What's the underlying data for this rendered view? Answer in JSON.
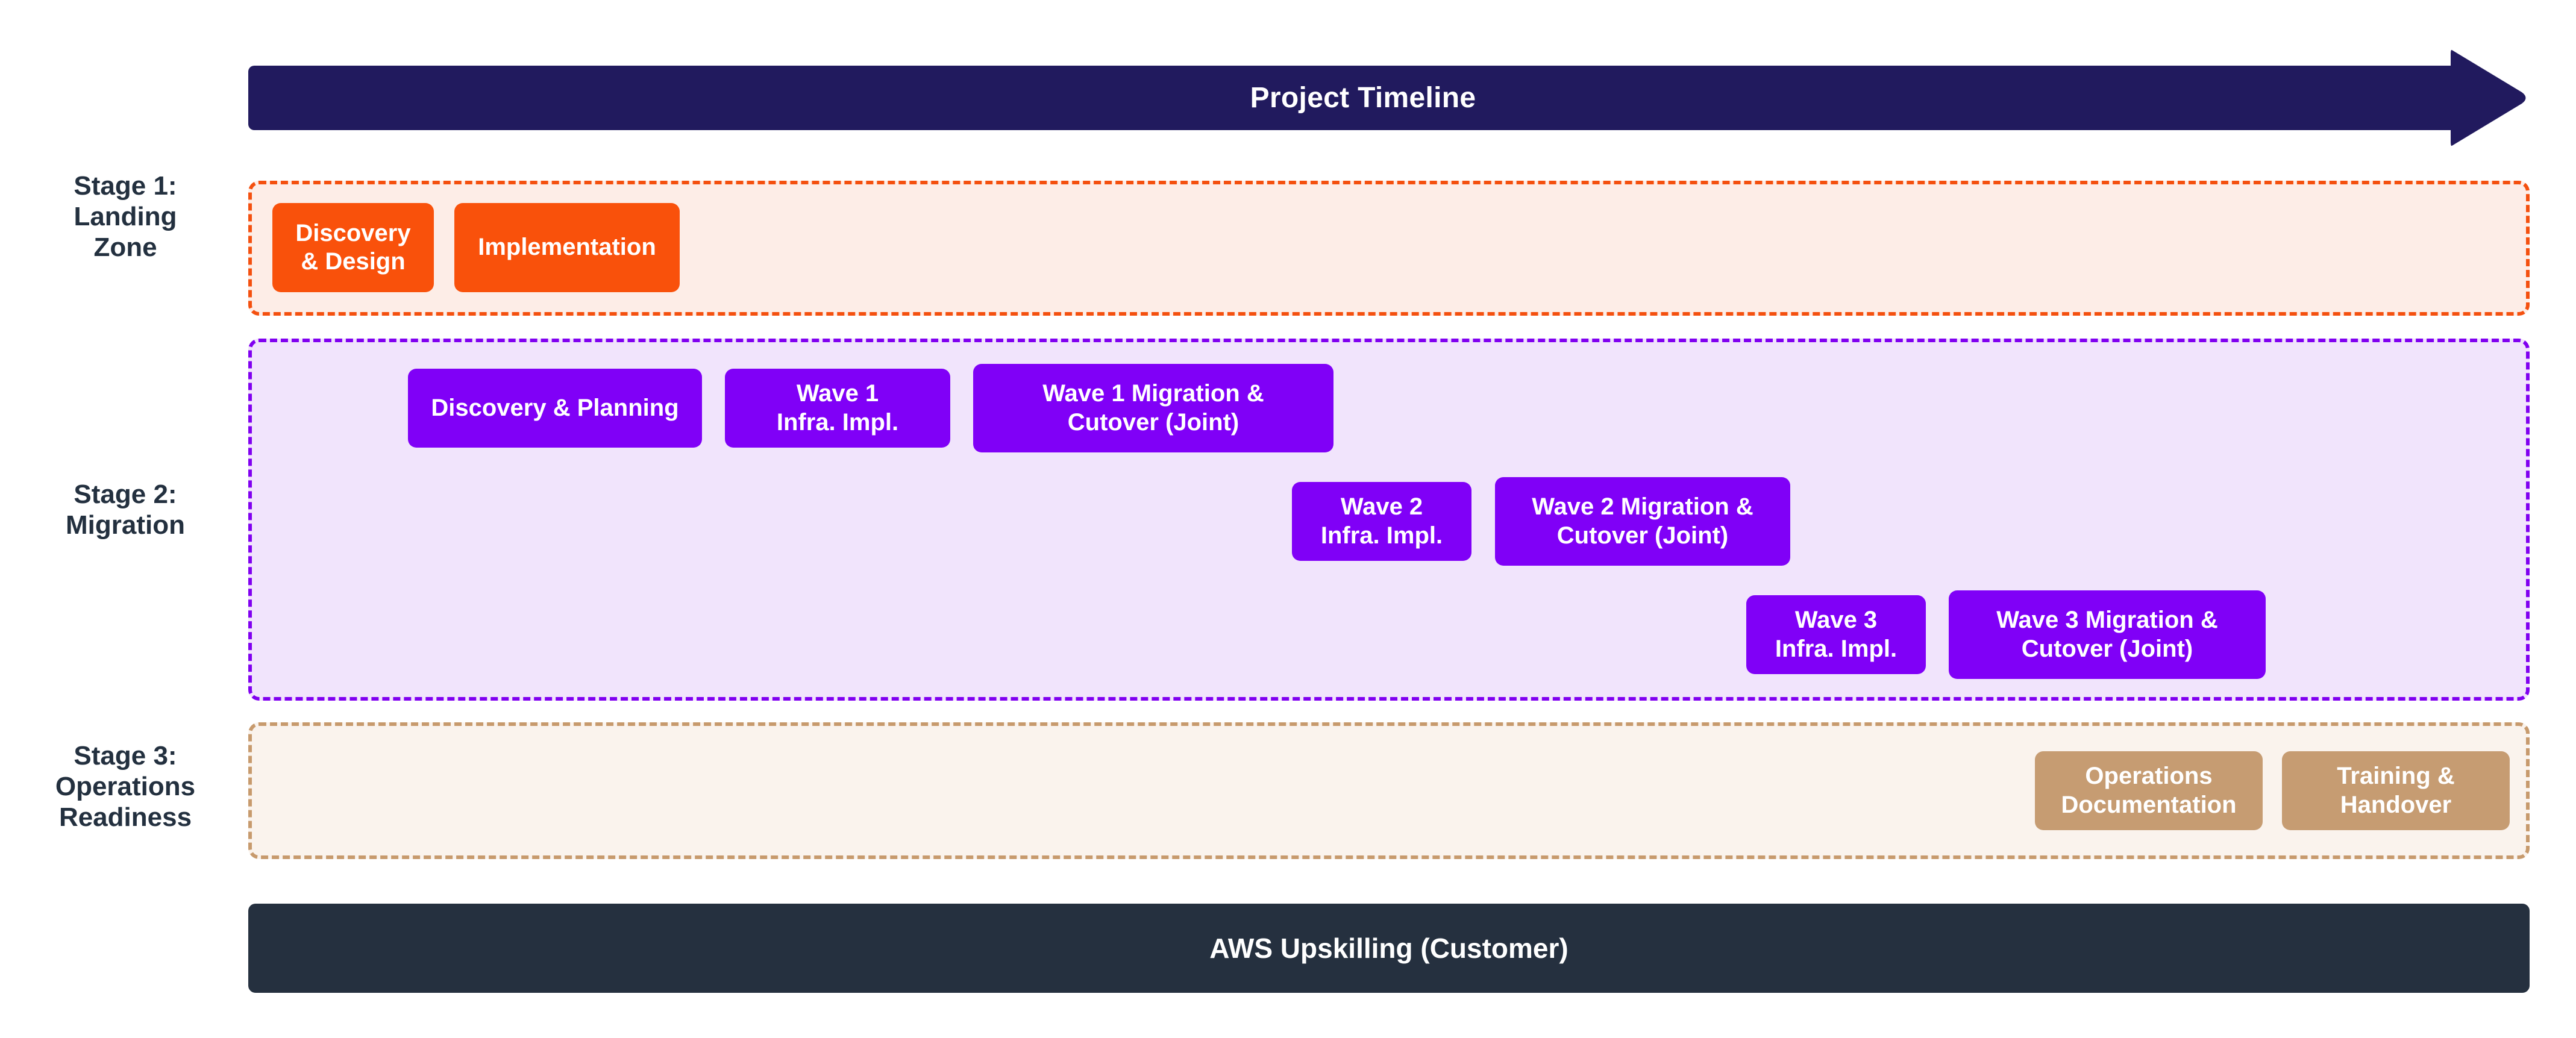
{
  "timeline": {
    "title": "Project Timeline",
    "bar_color": "#211A5E",
    "arrow_icon": "arrow-right-icon"
  },
  "stages": [
    {
      "id": "stage-1",
      "label": "Stage 1:\nLanding\nZone",
      "label_lines": [
        "Stage 1:",
        "Landing",
        "Zone"
      ],
      "band_fill": "#FDEDE7",
      "band_border": "#F4500F",
      "task_color": "#F9510B",
      "tasks": [
        {
          "name": "discovery-and-design",
          "label": "Discovery\n& Design",
          "lines": [
            "Discovery",
            "& Design"
          ]
        },
        {
          "name": "implementation",
          "label": "Implementation",
          "lines": [
            "Implementation"
          ]
        }
      ]
    },
    {
      "id": "stage-2",
      "label": "Stage 2:\nMigration",
      "label_lines": [
        "Stage 2:",
        "Migration"
      ],
      "band_fill": "#F1E4FC",
      "band_border": "#8000F0",
      "task_color": "#8000F7",
      "tasks": [
        {
          "name": "discovery-and-planning",
          "label": "Discovery & Planning",
          "lines": [
            "Discovery & Planning"
          ]
        },
        {
          "name": "wave-1-infra-impl",
          "label": "Wave 1\nInfra. Impl.",
          "lines": [
            "Wave 1",
            "Infra. Impl."
          ]
        },
        {
          "name": "wave-1-migration-cutover",
          "label": "Wave 1 Migration &\nCutover (Joint)",
          "lines": [
            "Wave 1 Migration &",
            "Cutover (Joint)"
          ]
        },
        {
          "name": "wave-2-infra-impl",
          "label": "Wave 2\nInfra. Impl.",
          "lines": [
            "Wave 2",
            "Infra. Impl."
          ]
        },
        {
          "name": "wave-2-migration-cutover",
          "label": "Wave 2 Migration &\nCutover (Joint)",
          "lines": [
            "Wave 2 Migration &",
            "Cutover (Joint)"
          ]
        },
        {
          "name": "wave-3-infra-impl",
          "label": "Wave 3\nInfra. Impl.",
          "lines": [
            "Wave 3",
            "Infra. Impl."
          ]
        },
        {
          "name": "wave-3-migration-cutover",
          "label": "Wave 3 Migration &\nCutover (Joint)",
          "lines": [
            "Wave 3 Migration &",
            "Cutover (Joint)"
          ]
        }
      ]
    },
    {
      "id": "stage-3",
      "label": "Stage 3:\nOperations\nReadiness",
      "label_lines": [
        "Stage 3:",
        "Operations",
        "Readiness"
      ],
      "band_fill": "#FAF3ED",
      "band_border": "#C79A6D",
      "task_color": "#C69C72",
      "tasks": [
        {
          "name": "operations-documentation",
          "label": "Operations\nDocumentation",
          "lines": [
            "Operations",
            "Documentation"
          ]
        },
        {
          "name": "training-and-handover",
          "label": "Training &\nHandover",
          "lines": [
            "Training &",
            "Handover"
          ]
        }
      ]
    }
  ],
  "footer": {
    "label": "AWS Upskilling (Customer)",
    "bar_color": "#25303F"
  }
}
